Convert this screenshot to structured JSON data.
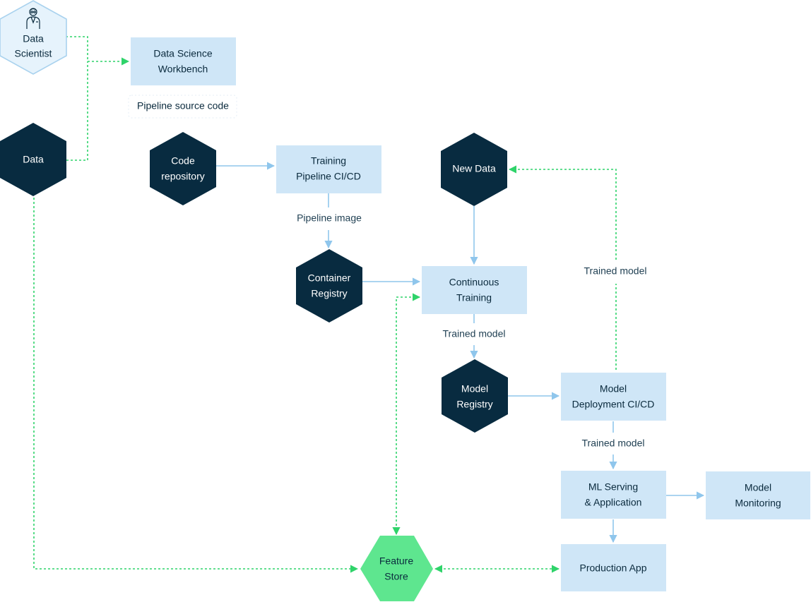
{
  "colors": {
    "dark_node": "#082b40",
    "box_fill": "#cfe6f7",
    "actor_fill": "#e6f3fc",
    "actor_stroke": "#a9d2ee",
    "feature_store_fill": "#5ee68f",
    "solid_edge": "#8fc6ec",
    "dotted_edge": "#2fd36a"
  },
  "nodes": {
    "data_scientist": {
      "line1": "Data",
      "line2": "Scientist",
      "icon": "scientist-icon"
    },
    "data": {
      "line1": "Data"
    },
    "workbench": {
      "line1": "Data Science",
      "line2": "Workbench"
    },
    "pipeline_source_code": {
      "line1": "Pipeline source code"
    },
    "code_repository": {
      "line1": "Code",
      "line2": "repository"
    },
    "training_pipeline": {
      "line1": "Training",
      "line2": "Pipeline CI/CD"
    },
    "container_registry": {
      "line1": "Container",
      "line2": "Registry"
    },
    "new_data": {
      "line1": "New Data"
    },
    "continuous_training": {
      "line1": "Continuous",
      "line2": "Training"
    },
    "model_registry": {
      "line1": "Model",
      "line2": "Registry"
    },
    "model_deployment": {
      "line1": "Model",
      "line2": "Deployment CI/CD"
    },
    "ml_serving": {
      "line1": "ML Serving",
      "line2": "& Application"
    },
    "model_monitoring": {
      "line1": "Model",
      "line2": "Monitoring"
    },
    "production_app": {
      "line1": "Production App"
    },
    "feature_store": {
      "line1": "Feature",
      "line2": "Store"
    }
  },
  "edge_labels": {
    "pipeline_image": "Pipeline image",
    "trained_model_ct": "Trained model",
    "trained_model_feedback": "Trained model",
    "trained_model_deploy": "Trained model"
  }
}
